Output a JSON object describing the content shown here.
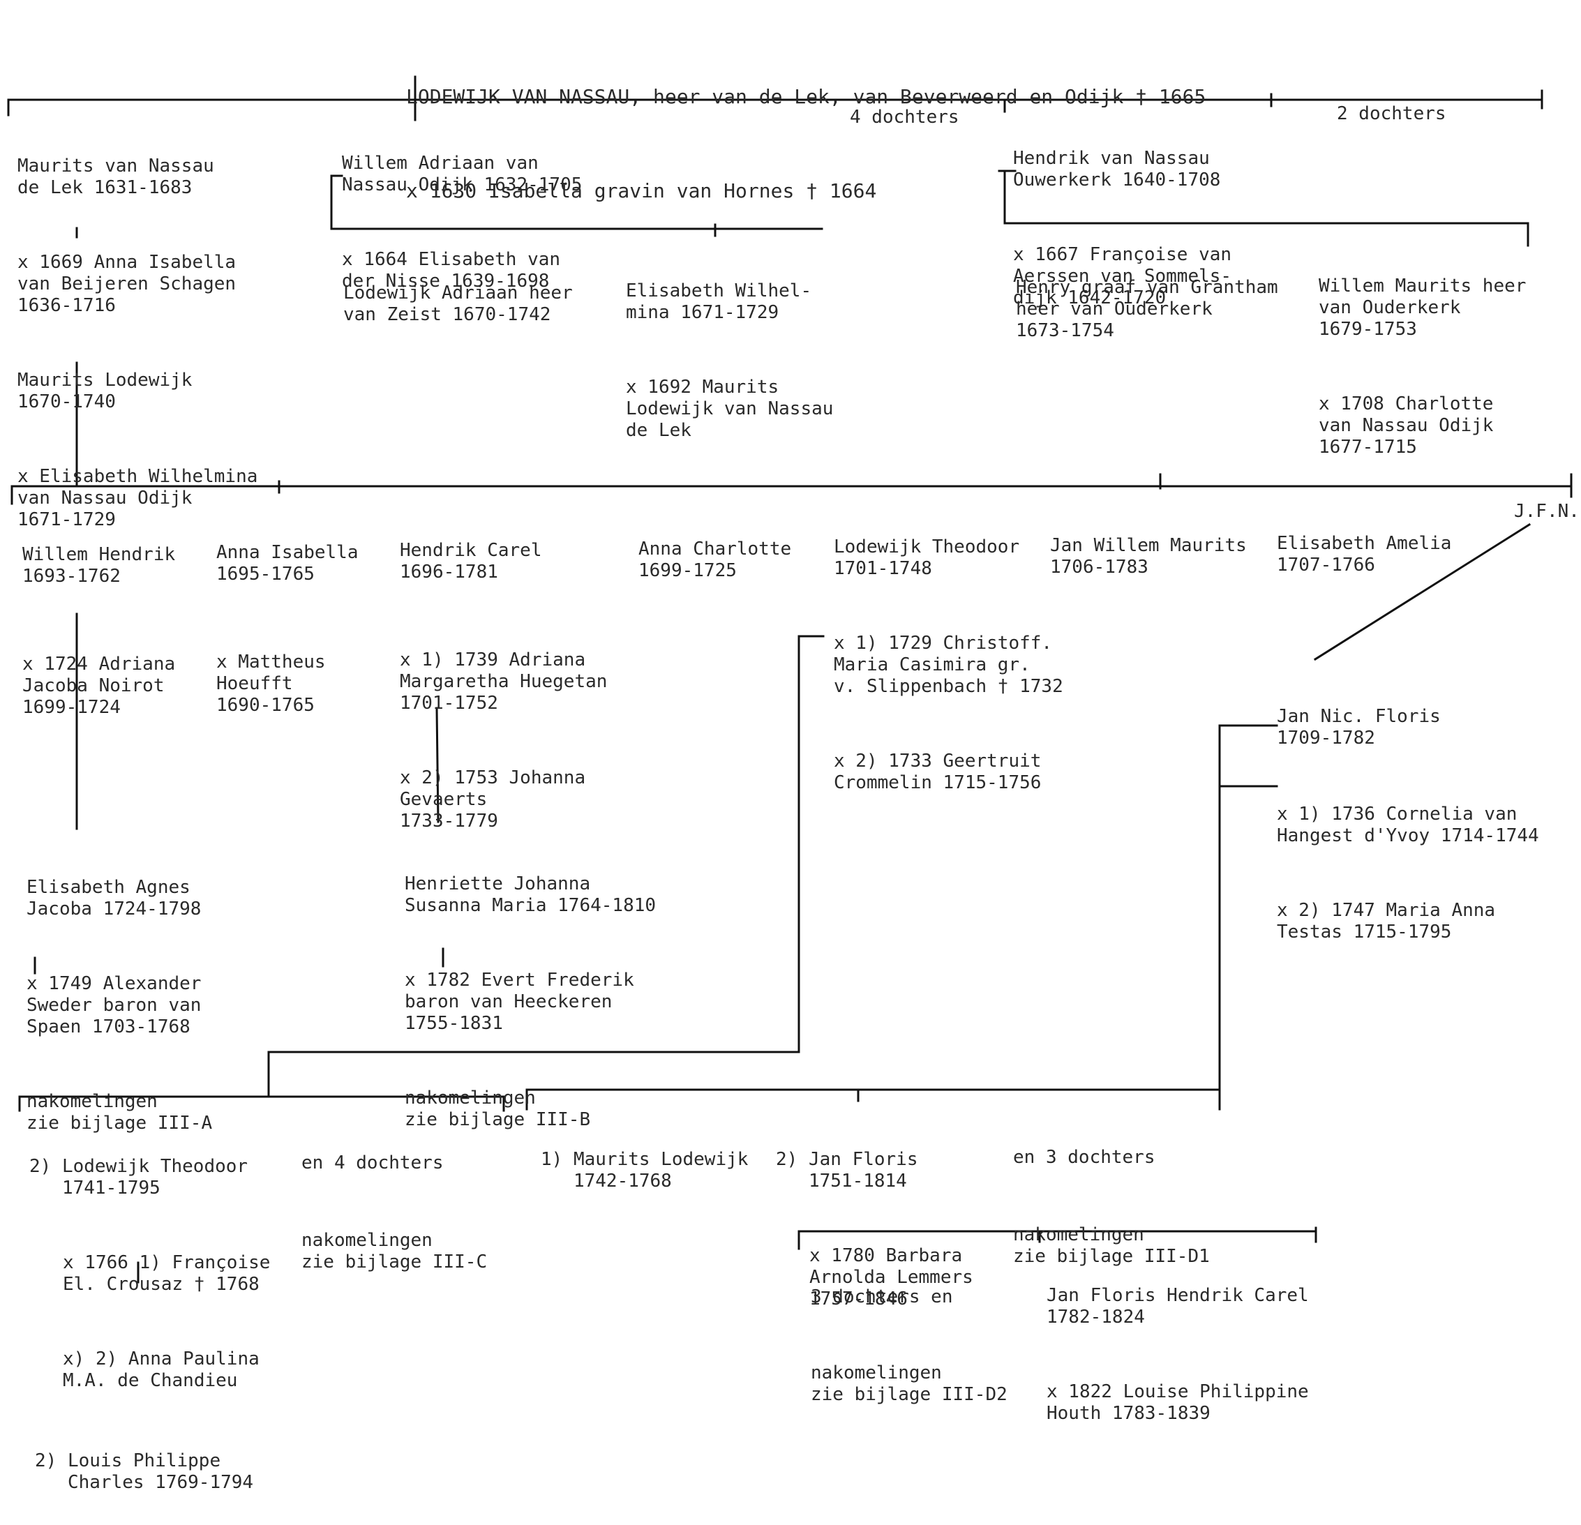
{
  "title": {
    "line1": "LODEWIJK VAN NASSAU, heer van de Lek, van Beverweerd en Odijk † 1665",
    "line2": "x 1630 Isabella gravin van Hornes † 1664"
  },
  "gen1": {
    "maurits": {
      "name": "Maurits van Nassau\nde Lek 1631-1683",
      "marriage": "x 1669 Anna Isabella\nvan Beijeren Schagen\n1636-1716",
      "child": "Maurits Lodewijk\n1670-1740",
      "child_marriage": "x Elisabeth Wilhelmina\nvan Nassau Odijk\n1671-1729"
    },
    "willem_adriaan": {
      "name": "Willem Adriaan van\nNassau Odijk 1632-1705",
      "marriage": "x 1664 Elisabeth van\nder Nisse 1639-1698"
    },
    "four_daughters": "4 dochters",
    "hendrik": {
      "name": "Hendrik van Nassau\nOuwerkerk 1640-1708",
      "marriage": "x 1667 Françoise van\nAerssen van Sommels-\ndijk 1642-1720"
    },
    "two_daughters": "2 dochters"
  },
  "gen2": {
    "lodewijk_adriaan": "Lodewijk Adriaan heer\nvan Zeist 1670-1742",
    "elisabeth_wilhelmina": {
      "name": "Elisabeth Wilhel-\nmina 1671-1729",
      "marriage": "x 1692 Maurits\nLodewijk van Nassau\nde Lek"
    },
    "henry": "Henry graaf van Grantham\nheer van Ouderkerk\n1673-1754",
    "willem_maurits": {
      "name": "Willem Maurits heer\nvan Ouderkerk\n1679-1753",
      "marriage": "x 1708 Charlotte\nvan Nassau Odijk\n1677-1715"
    }
  },
  "gen3": {
    "willem_hendrik": {
      "name": "Willem Hendrik\n1693-1762",
      "marriage": "x 1724 Adriana\nJacoba Noirot\n1699-1724"
    },
    "anna_isabella": {
      "name": "Anna Isabella\n1695-1765",
      "marriage": "x Mattheus\nHoeufft\n1690-1765"
    },
    "hendrik_carel": {
      "name": "Hendrik Carel\n1696-1781",
      "marriage1": "x 1) 1739 Adriana\nMargaretha Huegetan\n1701-1752",
      "marriage2": "x 2) 1753 Johanna\nGevaerts\n1733-1779"
    },
    "anna_charlotte": "Anna Charlotte\n1699-1725",
    "lodewijk_theodoor": {
      "name": "Lodewijk Theodoor\n1701-1748",
      "marriage1": "x 1) 1729 Christoff.\nMaria Casimira gr.\nv. Slippenbach † 1732",
      "marriage2": "x 2) 1733 Geertruit\nCrommelin 1715-1756"
    },
    "jan_willem_maurits": "Jan Willem Maurits\n1706-1783",
    "elisabeth_amelia": "Elisabeth Amelia\n1707-1766",
    "jfn": "J.F.N.",
    "jan_nic_floris": {
      "name": "Jan Nic. Floris\n1709-1782",
      "marriage1": "x 1) 1736 Cornelia van\nHangest d'Yvoy 1714-1744",
      "marriage2": "x 2) 1747 Maria Anna\nTestas 1715-1795"
    }
  },
  "gen4": {
    "elisabeth_agnes": {
      "name": "Elisabeth Agnes\nJacoba 1724-1798",
      "marriage": "x 1749 Alexander\nSweder baron van\nSpaen 1703-1768",
      "descendants": "nakomelingen\nzie bijlage III-A"
    },
    "henriette": {
      "name": "Henriette Johanna\nSusanna Maria 1764-1810",
      "marriage": "x 1782 Evert Frederik\nbaron van Heeckeren\n1755-1831",
      "descendants": "nakomelingen\nzie bijlage III-B"
    }
  },
  "gen5": {
    "lodewijk_theodoor2": {
      "name": "2) Lodewijk Theodoor\n   1741-1795",
      "marriage1": "x 1766 1) Françoise\nEl. Crousaz † 1768",
      "marriage2": "x) 2) Anna Paulina\nM.A. de Chandieu",
      "child": "2) Louis Philippe\n   Charles 1769-1794"
    },
    "en4": {
      "label": "en 4 dochters",
      "descendants": "nakomelingen\nzie bijlage III-C"
    },
    "maurits_lodewijk": "1) Maurits Lodewijk\n   1742-1768",
    "jan_floris": {
      "name": "2) Jan Floris\n   1751-1814",
      "marriage": "x 1780 Barbara\nArnolda Lemmers\n1757-1846"
    },
    "en3": {
      "label": "en 3 dochters",
      "descendants": "nakomelingen\nzie bijlage III-D1"
    }
  },
  "gen6": {
    "three_daughters": "3 dochters en",
    "d2": "nakomelingen\nzie bijlage III-D2",
    "jan_floris_hendrik": {
      "name": "Jan Floris Hendrik Carel\n1782-1824",
      "marriage": "x 1822 Louise Philippine\nHouth 1783-1839"
    }
  }
}
